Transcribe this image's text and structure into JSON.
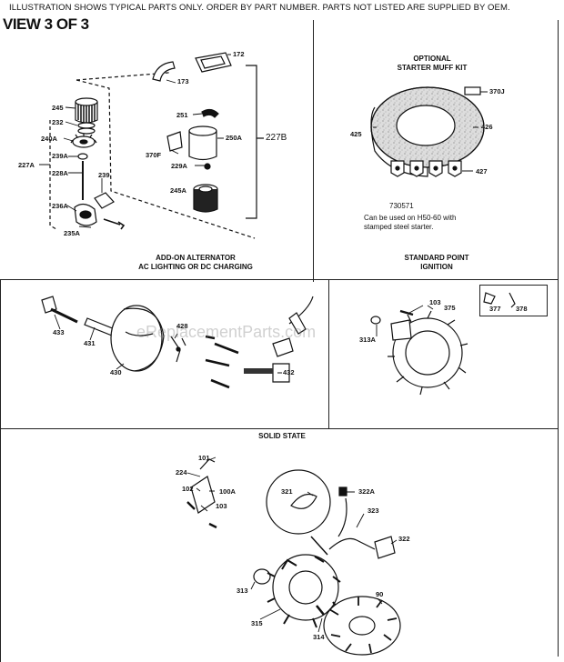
{
  "header": {
    "notice": "ILLUSTRATION SHOWS TYPICAL PARTS ONLY.  ORDER BY PART NUMBER.  PARTS NOT LISTED ARE SUPPLIED BY OEM.",
    "view_title": "VIEW 3 OF 3"
  },
  "watermark": "eReplacementParts.com",
  "panels": {
    "alternator": {
      "caption_line1": "ADD-ON ALTERNATOR",
      "caption_line2": "AC LIGHTING OR DC CHARGING",
      "parts": [
        "172",
        "173",
        "245",
        "232",
        "240A",
        "239A",
        "227A",
        "228A",
        "239",
        "236A",
        "235A",
        "251",
        "250A",
        "227B",
        "370F",
        "229A",
        "245A"
      ]
    },
    "muff_kit": {
      "title_line1": "OPTIONAL",
      "title_line2": "STARTER MUFF KIT",
      "parts": [
        "370J",
        "425",
        "426",
        "427"
      ],
      "kit_number": "730571",
      "note_line1": "Can be used on H50-60 with",
      "note_line2": "stamped steel starter.",
      "caption_line1": "STANDARD POINT",
      "caption_line2": "IGNITION"
    },
    "point_ignition": {
      "parts": [
        "433",
        "431",
        "430",
        "428",
        "432"
      ]
    },
    "magneto": {
      "parts": [
        "103",
        "375",
        "313A",
        "377",
        "378"
      ]
    },
    "solid_state": {
      "caption": "SOLID STATE",
      "parts": [
        "101",
        "224",
        "102",
        "100A",
        "103",
        "321",
        "322A",
        "323",
        "322",
        "313",
        "315",
        "314",
        "90"
      ]
    }
  }
}
